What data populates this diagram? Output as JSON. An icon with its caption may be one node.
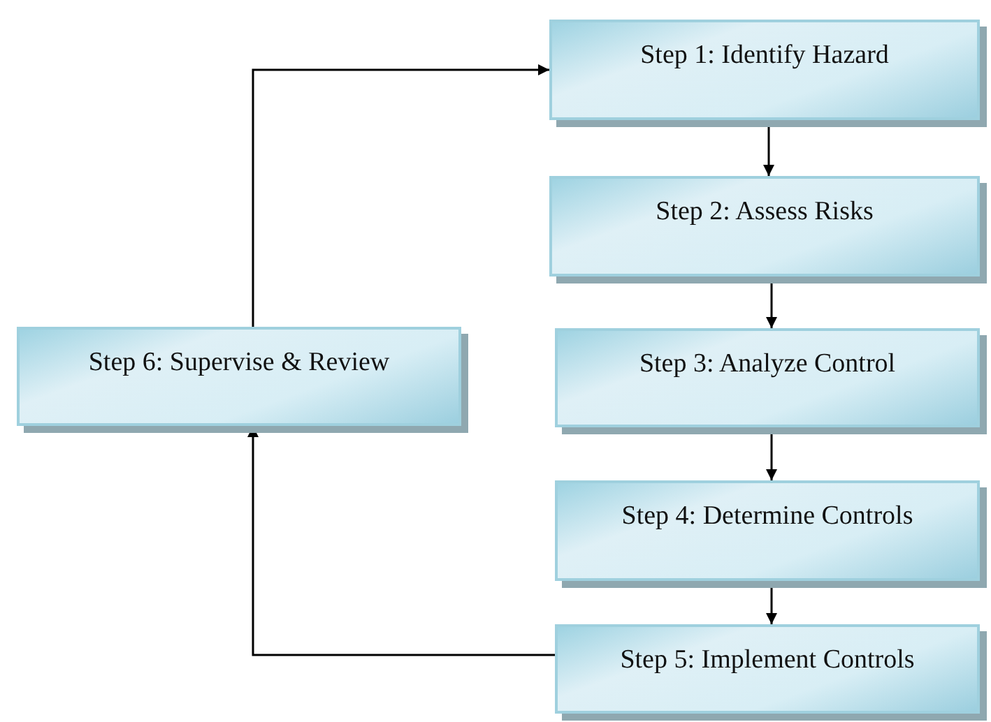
{
  "diagram": {
    "nodes": [
      {
        "text": [
          "Step 1: Identify Hazard"
        ]
      },
      {
        "text": [
          "Step 2: Assess Risks"
        ]
      },
      {
        "text": [
          "Step 3: Analyze Control"
        ]
      },
      {
        "text": [
          "Step 4: Determine Controls"
        ]
      },
      {
        "text": [
          "Step 5: Implement Controls"
        ]
      },
      {
        "text": [
          "Step 6: Supervise & Review"
        ]
      }
    ],
    "edges": [
      {
        "from": 0,
        "to": 1,
        "arrow": "to"
      },
      {
        "from": 1,
        "to": 2,
        "arrow": "to"
      },
      {
        "from": 2,
        "to": 3,
        "arrow": "to"
      },
      {
        "from": 3,
        "to": 4,
        "arrow": "to"
      },
      {
        "from": 4,
        "to": 5,
        "arrow": "to"
      },
      {
        "from": 5,
        "to": 0,
        "arrow": "to"
      }
    ]
  }
}
